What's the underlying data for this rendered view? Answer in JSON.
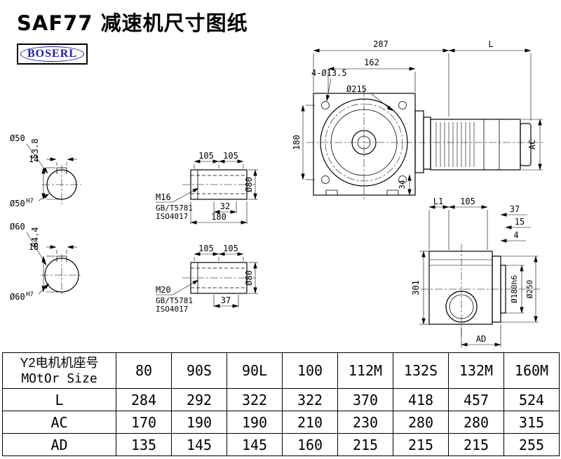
{
  "page": {
    "title": "SAF77 减速机尺寸图纸",
    "brand": "BOSERL"
  },
  "front_view": {
    "dim_287": "287",
    "dim_L": "L",
    "dim_162": "162",
    "dim_bolts": "4-Ø13.5",
    "dim_flange": "Ø215",
    "dim_180": "180",
    "dim_34": "34",
    "dim_AC": "AC"
  },
  "shaft_section_top": {
    "dia": "Ø50",
    "key_w": "14",
    "key_h": "53.8",
    "bore": "Ø50",
    "tol": "H7"
  },
  "shaft_section_bottom": {
    "dia": "Ø60",
    "key_w": "18",
    "key_h": "64.4",
    "bore": "Ø60",
    "tol": "H7"
  },
  "shaft_view_top": {
    "dim_105a": "105",
    "dim_105b": "105",
    "thread": "M16",
    "std1": "GB/T5781",
    "std2": "ISO4017",
    "dim_32": "32",
    "dim_180": "180",
    "dia": "Ø80"
  },
  "shaft_view_bottom": {
    "dim_105a": "105",
    "dim_105b": "105",
    "thread": "M20",
    "std1": "GB/T5781",
    "std2": "ISO4017",
    "dim_37": "37",
    "dia": "Ø80"
  },
  "side_view": {
    "dim_L1": "L1",
    "dim_105": "105",
    "dim_37": "37",
    "dim_15": "15",
    "dim_4": "4",
    "dim_301": "301",
    "dia_spigot": "Ø180h6",
    "dia_flange": "Ø250",
    "dim_AD": "AD"
  },
  "table": {
    "header_cn": "Y2电机机座号",
    "header_en": "MOtOr Size",
    "columns": [
      "80",
      "90S",
      "90L",
      "100",
      "112M",
      "132S",
      "132M",
      "160M"
    ],
    "rows": [
      {
        "label": "L",
        "values": [
          "284",
          "292",
          "322",
          "322",
          "370",
          "418",
          "457",
          "524"
        ]
      },
      {
        "label": "AC",
        "values": [
          "170",
          "190",
          "190",
          "210",
          "230",
          "280",
          "280",
          "315"
        ]
      },
      {
        "label": "AD",
        "values": [
          "135",
          "145",
          "145",
          "160",
          "215",
          "215",
          "215",
          "255"
        ]
      }
    ]
  }
}
